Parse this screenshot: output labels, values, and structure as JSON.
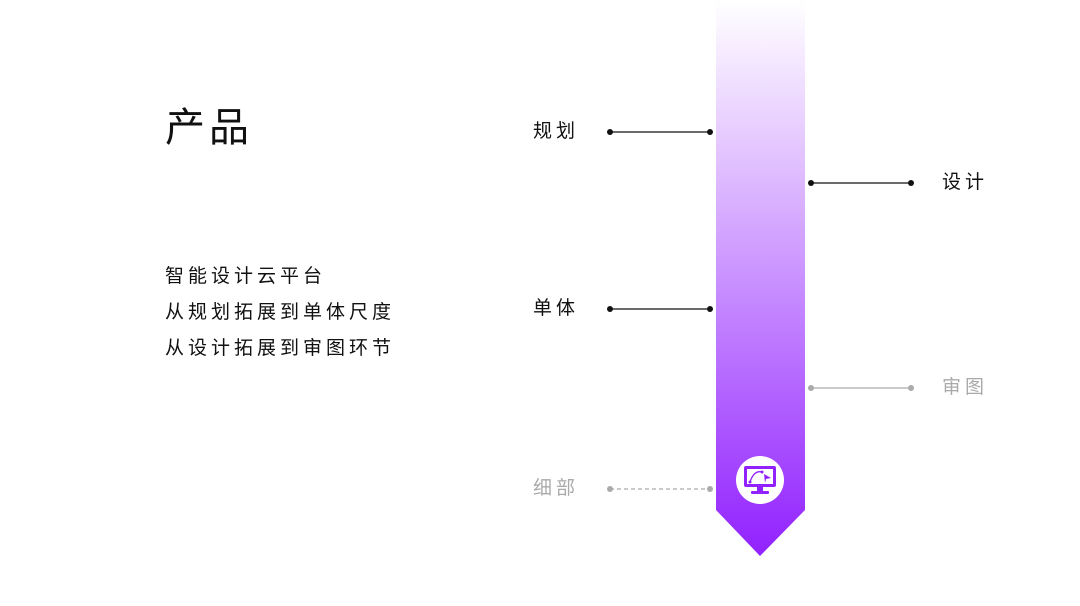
{
  "title": "产品",
  "description": [
    "智能设计云平台",
    "从规划拓展到单体尺度",
    "从设计拓展到审图环节"
  ],
  "stages": [
    {
      "label": "规划",
      "side": "left",
      "status": "active"
    },
    {
      "label": "设计",
      "side": "right",
      "status": "active"
    },
    {
      "label": "单体",
      "side": "left",
      "status": "active"
    },
    {
      "label": "审图",
      "side": "right",
      "status": "inactive"
    },
    {
      "label": "细部",
      "side": "left",
      "status": "pending"
    }
  ],
  "colors": {
    "active": "#111111",
    "inactive": "#aaaaaa",
    "arrow_top": "#ffffff",
    "arrow_bottom": "#9121ff"
  },
  "icon": "monitor-design-icon"
}
